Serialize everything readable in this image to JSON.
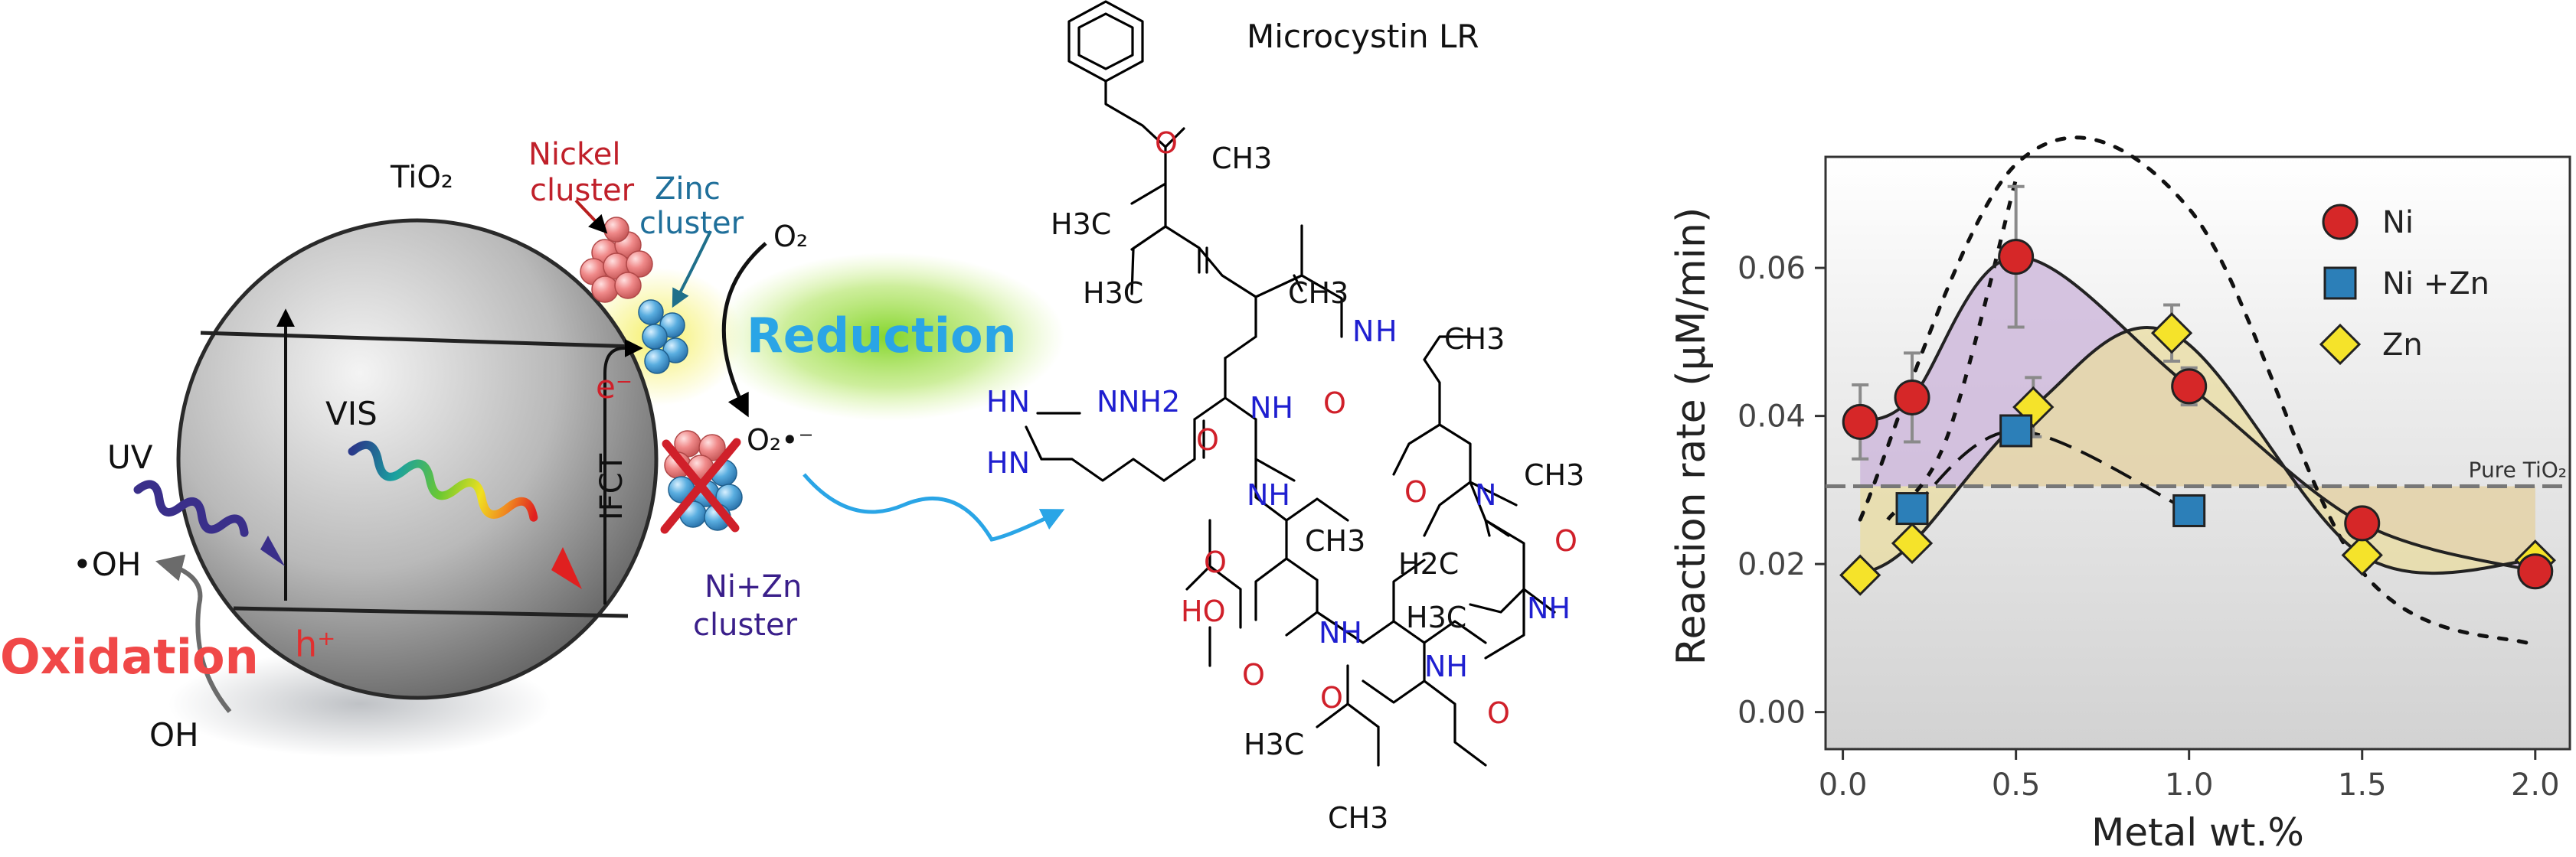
{
  "scheme": {
    "tio2_label": "TiO₂",
    "nickel_label_line1": "Nickel",
    "nickel_label_line2": "cluster",
    "zinc_label_line1": "Zinc",
    "zinc_label_line2": "cluster",
    "o2_label": "O₂",
    "superoxide_label": "O₂•⁻",
    "reduction_label": "Reduction",
    "electron_label": "e⁻",
    "ifct_label": "IFCT",
    "vis_label": "VIS",
    "uv_label": "UV",
    "hole_label": "h⁺",
    "oh_radical_label": "•OH",
    "oxidation_label": "Oxidation",
    "oh_label": "OH",
    "nizn_label_line1": "Ni+Zn",
    "nizn_label_line2": "cluster",
    "colors": {
      "nickel": "#f08a8a",
      "zinc": "#5aaee0",
      "reduction": "#2aa5e6",
      "oxidation": "#f04848",
      "electron": "#d0202a",
      "nizn_text": "#3a1f8a"
    }
  },
  "molecule": {
    "title": "Microcystin LR",
    "labels": {
      "och3_o": "O",
      "och3": "CH3",
      "h3c_a": "H3C",
      "h3c_b": "H3C",
      "ch3_a": "CH3",
      "n_h1": "N",
      "h_1": "H",
      "ch3_b": "CH3",
      "o_1": "O",
      "hn_1": "HN",
      "n_nh2a": "N",
      "n_nh2b": "NH2",
      "hn_2": "HN",
      "nh_2": "NH",
      "o_2": "O",
      "nh_3": "NH",
      "o_3": "O",
      "ch3_c": "CH3",
      "o_4": "O",
      "n_me": "N",
      "ch3_d": "CH3",
      "h2c": "H2C",
      "o_5": "O",
      "ho": "HO",
      "nh_4": "NH",
      "o_6": "O",
      "h3c_c": "H3C",
      "nh_5": "NH",
      "nh_6": "NH",
      "o_7": "O",
      "o_8": "O",
      "h3c_d": "H3C",
      "ch3_e": "CH3"
    }
  },
  "chart_data": {
    "type": "scatter",
    "xlabel": "Metal wt.%",
    "ylabel": "Reaction rate (μM/min)",
    "xlim": [
      -0.05,
      2.1
    ],
    "ylim": [
      -0.005,
      0.075
    ],
    "xticks": [
      "0.0",
      "0.5",
      "1.0",
      "1.5",
      "2.0"
    ],
    "yticks": [
      "0.00",
      "0.02",
      "0.04",
      "0.06"
    ],
    "xtick_values": [
      0,
      0.5,
      1.0,
      1.5,
      2.0
    ],
    "ytick_values": [
      0,
      0.02,
      0.04,
      0.06
    ],
    "legend_position": "top-right",
    "reference_line": {
      "y": 0.0305,
      "label": "Pure TiO₂"
    },
    "series": [
      {
        "name": "Ni",
        "marker": "circle",
        "color": "#d62728",
        "x": [
          0.05,
          0.2,
          0.5,
          1.0,
          1.5,
          2.0
        ],
        "y": [
          0.0392,
          0.0425,
          0.0615,
          0.044,
          0.0255,
          0.019
        ],
        "err": [
          0.005,
          0.006,
          0.0095,
          0.0025,
          0.001,
          0.0008
        ]
      },
      {
        "name": "Ni +Zn",
        "marker": "square",
        "color": "#2c7fb8",
        "x": [
          0.2,
          0.5,
          1.0
        ],
        "y": [
          0.0275,
          0.038,
          0.0272
        ],
        "err": [
          0.001,
          0.002,
          0.001
        ]
      },
      {
        "name": "Zn",
        "marker": "diamond",
        "color": "#f5e32a",
        "x": [
          0.05,
          0.2,
          0.55,
          0.95,
          1.5,
          2.0
        ],
        "y": [
          0.0185,
          0.0228,
          0.0412,
          0.0512,
          0.0212,
          0.0205
        ],
        "err": [
          0.001,
          0.0015,
          0.004,
          0.0038,
          0.0015,
          0.0008
        ]
      }
    ],
    "fill_colors": {
      "Ni": "#cdb6db",
      "Zn": "#e9dca0"
    }
  }
}
